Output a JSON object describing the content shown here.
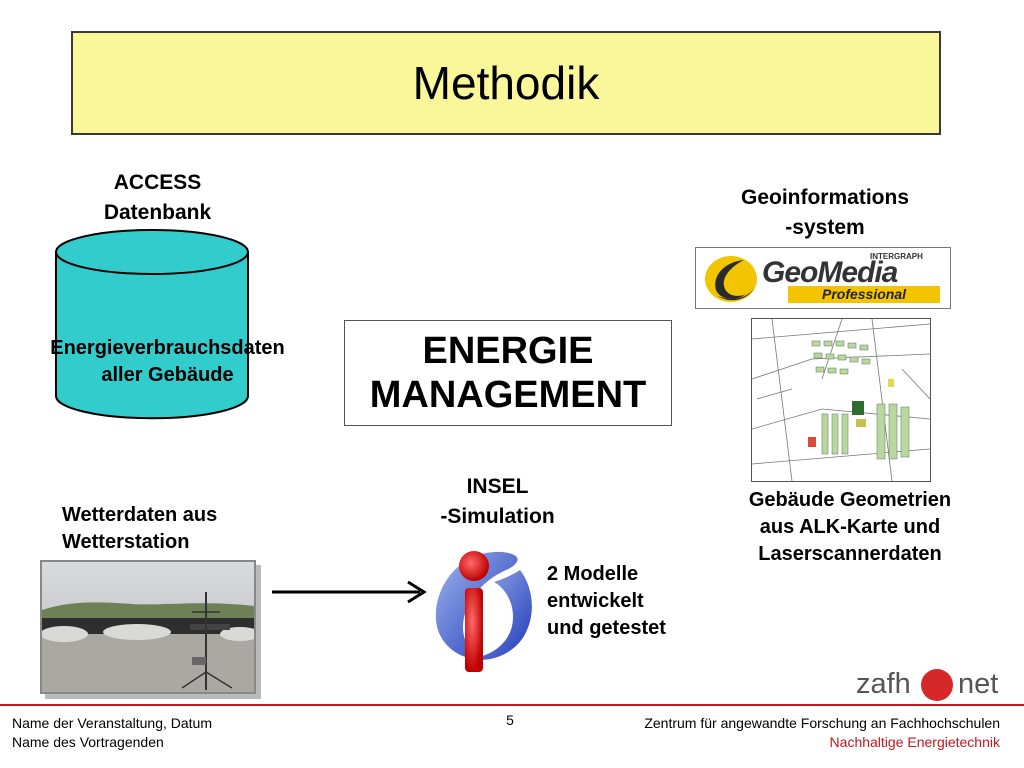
{
  "title": "Methodik",
  "access": {
    "line1": "ACCESS",
    "line2": "Datenbank"
  },
  "database": {
    "line1": "Energieverbrauchsdaten",
    "line2": "aller Gebäude"
  },
  "geo": {
    "line1": "Geoinformations",
    "line2": "-system"
  },
  "geomedia_logo": {
    "brand": "GeoMedia",
    "tag": "Professional",
    "maker": "INTERGRAPH"
  },
  "center": {
    "line1": "ENERGIE",
    "line2": "MANAGEMENT"
  },
  "insel": {
    "line1": "INSEL",
    "line2": "-Simulation"
  },
  "weather": {
    "line1": "Wetterdaten aus",
    "line2": "Wetterstation"
  },
  "geometry": {
    "line1": "Gebäude Geometrien",
    "line2": "aus ALK-Karte und",
    "line3": "Laserscannerdaten"
  },
  "models": {
    "line1": "2 Modelle",
    "line2": "entwickelt",
    "line3": "und getestet"
  },
  "zafh_logo": {
    "left": "zafh",
    "right": "net"
  },
  "footer": {
    "left1": "Name der Veranstaltung, Datum",
    "left2": "Name des Vortragenden",
    "page": "5",
    "right1": "Zentrum für angewandte Forschung an Fachhochschulen",
    "right2": "Nachhaltige Energietechnik"
  },
  "colors": {
    "title_bg": "#f9f79a",
    "cylinder": "#33cccc",
    "accent_red": "#c4161c"
  }
}
